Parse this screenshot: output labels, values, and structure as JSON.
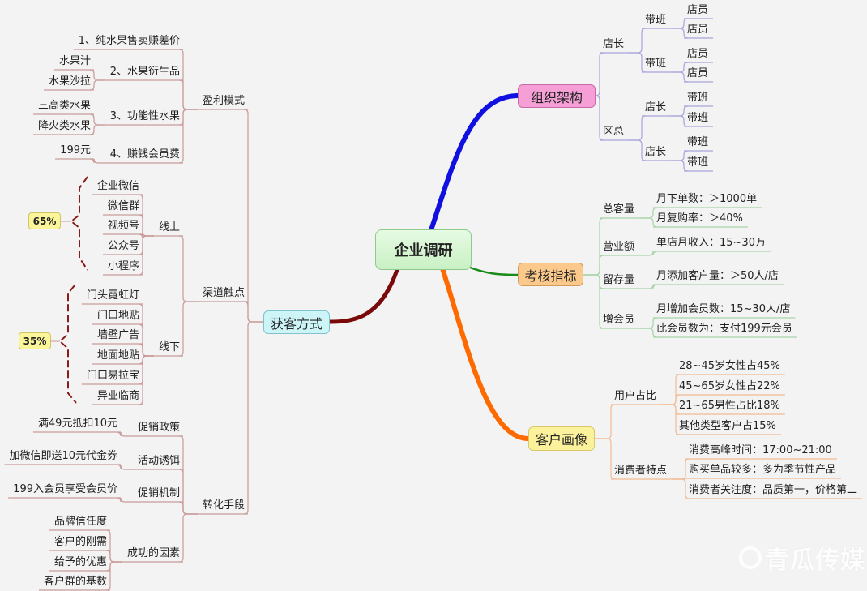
{
  "center": "企业调研",
  "org": {
    "label": "组织架构",
    "store_manager": "店长",
    "shift_lead_a": "带班",
    "shift_lead_b": "带班",
    "clerks": [
      "店员",
      "店员",
      "店员",
      "店员"
    ],
    "regional": "区总",
    "managers": [
      "店长",
      "店长"
    ],
    "shift_leads": [
      "带班",
      "带班",
      "带班",
      "带班"
    ]
  },
  "kpi": {
    "label": "考核指标",
    "groups": [
      {
        "label": "总客量",
        "items": [
          "月下单数：＞1000单",
          "月复购率：＞40%"
        ]
      },
      {
        "label": "营业额",
        "items": [
          "单店月收入：15~30万"
        ]
      },
      {
        "label": "留存量",
        "items": [
          "月添加客户量：＞50人/店"
        ]
      },
      {
        "label": "增会员",
        "items": [
          "月增加会员数：15~30人/店",
          "此会员数为：支付199元会员"
        ]
      }
    ]
  },
  "persona": {
    "label": "客户画像",
    "groups": [
      {
        "label": "用户占比",
        "items": [
          "28~45岁女性占45%",
          "45~65岁女性占22%",
          "21~65男性占比18%",
          "其他类型客户占15%"
        ]
      },
      {
        "label": "消费者特点",
        "items": [
          "消费高峰时间：17:00~21:00",
          "购买单品较多：多为季节性产品",
          "消费者关注度：品质第一，价格第二"
        ]
      }
    ]
  },
  "acq": {
    "label": "获客方式",
    "profit": {
      "label": "盈利模式",
      "items": [
        {
          "label": "1、纯水果售卖赚差价",
          "items": []
        },
        {
          "label": "2、水果衍生品",
          "items": [
            "水果汁",
            "水果沙拉"
          ]
        },
        {
          "label": "3、功能性水果",
          "items": [
            "三高类水果",
            "降火类水果"
          ]
        },
        {
          "label": "4、赚钱会员费",
          "items": [
            "199元"
          ]
        }
      ]
    },
    "channels": {
      "label": "渠道触点",
      "online": {
        "label": "线上",
        "share": "65%",
        "items": [
          "企业微信",
          "微信群",
          "视频号",
          "公众号",
          "小程序"
        ]
      },
      "offline": {
        "label": "线下",
        "share": "35%",
        "items": [
          "门头霓虹灯",
          "门口地贴",
          "墙壁广告",
          "地面地贴",
          "门口易拉宝",
          "异业临商"
        ]
      }
    },
    "conversion": {
      "label": "转化手段",
      "items": [
        {
          "label": "促销政策",
          "items": [
            "满49元抵扣10元"
          ]
        },
        {
          "label": "活动诱饵",
          "items": [
            "加微信即送10元代金券"
          ]
        },
        {
          "label": "促销机制",
          "items": [
            "199入会员享受会员价"
          ]
        },
        {
          "label": "成功的因素",
          "items": [
            "品牌信任度",
            "客户的刚需",
            "给予的优惠",
            "客户群的基数"
          ]
        }
      ]
    }
  },
  "watermark": "青瓜传媒",
  "colors": {
    "org_line": "#a8a4dc",
    "kpi_line": "#a8d4a8",
    "persona_line": "#f2bc94",
    "acq_line": "#c99a9a",
    "org_branch": "#1010e0",
    "kpi_branch": "#1a8a1a",
    "persona_branch": "#ff6a00",
    "acq_branch": "#7a0a0a",
    "brace": "#8b1a1a"
  }
}
